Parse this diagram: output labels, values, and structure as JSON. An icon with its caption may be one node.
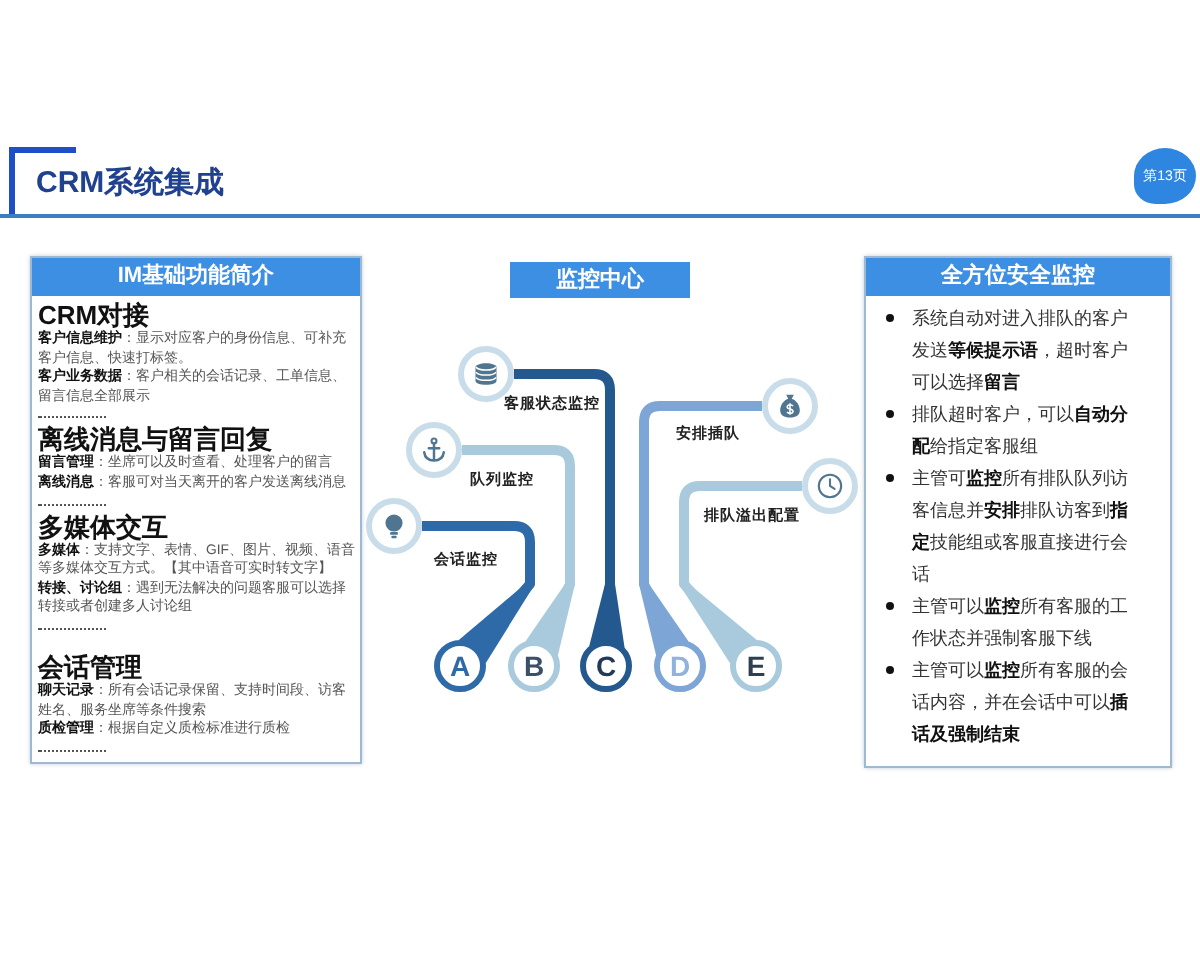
{
  "diagram": {
    "title": "CRM系统集成",
    "nodes": [
      {
        "text": [
          "IM基础功能简介",
          "CRM对接",
          "**客户信息维护**：显示对应客户的身份信息、可补充客户信息、快速打标签。",
          "**客户业务数据**：客户相关的会话记录、工单信息、留言信息全部展示",
          "离线消息与留言回复",
          "**留言管理**：坐席可以及时查看、处理客户的留言",
          "**离线消息**：客服可对当天离开的客户发送离线消息",
          "多媒体交互",
          "**多媒体**：支持文字、表情、GIF、图片、视频、语音等多媒体交互方式。【其中语音可实时转文字】",
          "**转接、讨论组**：遇到无法解决的问题客服可以选择转接或者创建多人讨论组",
          "会话管理",
          "**聊天记录**：所有会话记录保留、支持时间段、访客姓名、服务坐席等条件搜索",
          "**质检管理**：根据自定义质检标准进行质检"
        ]
      },
      {
        "text": [
          "监控中心"
        ]
      },
      {
        "text": [],
        "shape": "circle",
        "beside": [
          "客服状态监控"
        ]
      },
      {
        "text": [],
        "shape": "circle",
        "beside": [
          "安排插队"
        ]
      },
      {
        "text": [],
        "shape": "circle",
        "beside": [
          "队列监控"
        ]
      },
      {
        "text": [],
        "shape": "circle",
        "beside": [
          "排队溢出配置"
        ]
      },
      {
        "text": [],
        "shape": "circle",
        "beside": [
          "会话监控"
        ]
      },
      {
        "text": [
          "A"
        ]
      },
      {
        "text": [
          "B"
        ]
      },
      {
        "text": [
          "C"
        ]
      },
      {
        "text": [
          "D"
        ]
      },
      {
        "text": [
          "E"
        ]
      },
      {
        "text": [
          "全方位安全监控",
          "系统自动对进入排队的客户发送**等候提示语**，超时客户可以选择**留言**",
          "排队超时客户，可以**自动分配**给指定客服组",
          "主管可**监控**所有排队队列访客信息并**安排**排队访客到**指定**技能组或客服直接进行会话",
          "主管可以**监控**所有客服的工作状态并强制客服下线",
          "主管可以**监控**所有客服的会话内容，并在会话中可以**插话及强制结束**"
        ]
      }
    ],
    "edges": [
      {
        "from": 7,
        "to": 6,
        "arrow": "other",
        "color": "#2f6aa8"
      },
      {
        "from": 8,
        "to": 4,
        "arrow": "other",
        "color": "#a9cadd"
      },
      {
        "from": 9,
        "to": 2,
        "arrow": "other",
        "color": "#23598e"
      },
      {
        "from": 10,
        "to": 3,
        "arrow": "other",
        "color": "#7da5d5"
      },
      {
        "from": 11,
        "to": 5,
        "arrow": "other",
        "color": "#a9cadd"
      }
    ],
    "labels": [
      "第13页"
    ]
  }
}
